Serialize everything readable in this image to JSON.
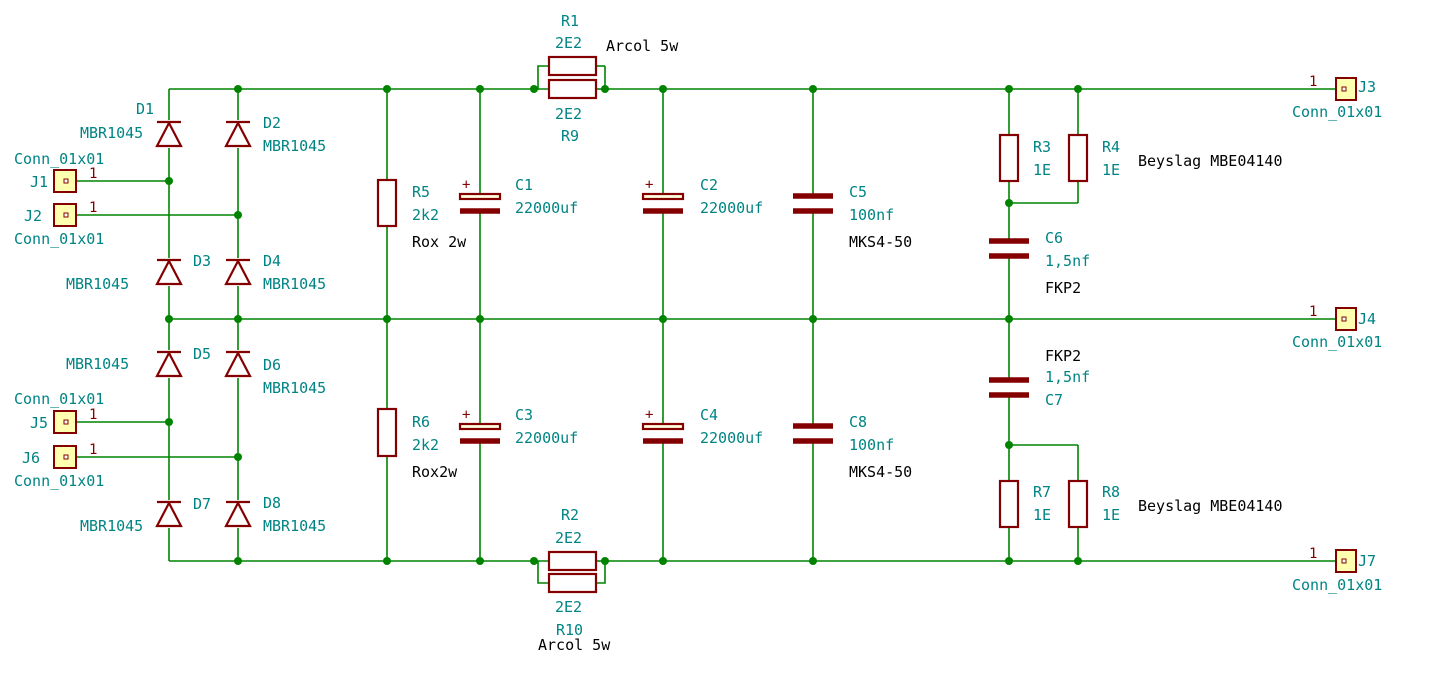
{
  "colors": {
    "wire": "#008400",
    "symbol": "#840000",
    "label": "#008484",
    "note": "#000000",
    "connector_fill": "#ffffb0"
  },
  "connectors": {
    "J1": {
      "ref": "J1",
      "value": "Conn_01x01",
      "pin": "1"
    },
    "J2": {
      "ref": "J2",
      "value": "Conn_01x01",
      "pin": "1"
    },
    "J3": {
      "ref": "J3",
      "value": "Conn_01x01",
      "pin": "1"
    },
    "J4": {
      "ref": "J4",
      "value": "Conn_01x01",
      "pin": "1"
    },
    "J5": {
      "ref": "J5",
      "value": "Conn_01x01",
      "pin": "1"
    },
    "J6": {
      "ref": "J6",
      "value": "Conn_01x01",
      "pin": "1"
    },
    "J7": {
      "ref": "J7",
      "value": "Conn_01x01",
      "pin": "1"
    }
  },
  "diodes": {
    "D1": {
      "ref": "D1",
      "value": "MBR1045"
    },
    "D2": {
      "ref": "D2",
      "value": "MBR1045"
    },
    "D3": {
      "ref": "D3",
      "value": "MBR1045"
    },
    "D4": {
      "ref": "D4",
      "value": "MBR1045"
    },
    "D5": {
      "ref": "D5",
      "value": "MBR1045"
    },
    "D6": {
      "ref": "D6",
      "value": "MBR1045"
    },
    "D7": {
      "ref": "D7",
      "value": "MBR1045"
    },
    "D8": {
      "ref": "D8",
      "value": "MBR1045"
    }
  },
  "resistors": {
    "R1": {
      "ref": "R1",
      "value": "2E2",
      "note": "Arcol 5w"
    },
    "R9": {
      "ref": "R9",
      "value": "2E2"
    },
    "R2": {
      "ref": "R2",
      "value": "2E2",
      "note": "Arcol 5w"
    },
    "R10": {
      "ref": "R10",
      "value": "2E2"
    },
    "R3": {
      "ref": "R3",
      "value": "1E"
    },
    "R4": {
      "ref": "R4",
      "value": "1E",
      "note": "Beyslag MBE04140"
    },
    "R5": {
      "ref": "R5",
      "value": "2k2",
      "note": "Rox 2w"
    },
    "R6": {
      "ref": "R6",
      "value": "2k2",
      "note": "Rox2w"
    },
    "R7": {
      "ref": "R7",
      "value": "1E"
    },
    "R8": {
      "ref": "R8",
      "value": "1E",
      "note": "Beyslag MBE04140"
    }
  },
  "capacitors": {
    "C1": {
      "ref": "C1",
      "value": "22000uf",
      "polarity": "+"
    },
    "C2": {
      "ref": "C2",
      "value": "22000uf",
      "polarity": "+"
    },
    "C3": {
      "ref": "C3",
      "value": "22000uf",
      "polarity": "+"
    },
    "C4": {
      "ref": "C4",
      "value": "22000uf",
      "polarity": "+"
    },
    "C5": {
      "ref": "C5",
      "value": "100nf",
      "note": "MKS4-50"
    },
    "C6": {
      "ref": "C6",
      "value": "1,5nf",
      "note": "FKP2"
    },
    "C7": {
      "ref": "C7",
      "value": "1,5nf",
      "note": "FKP2"
    },
    "C8": {
      "ref": "C8",
      "value": "100nf",
      "note": "MKS4-50"
    }
  }
}
